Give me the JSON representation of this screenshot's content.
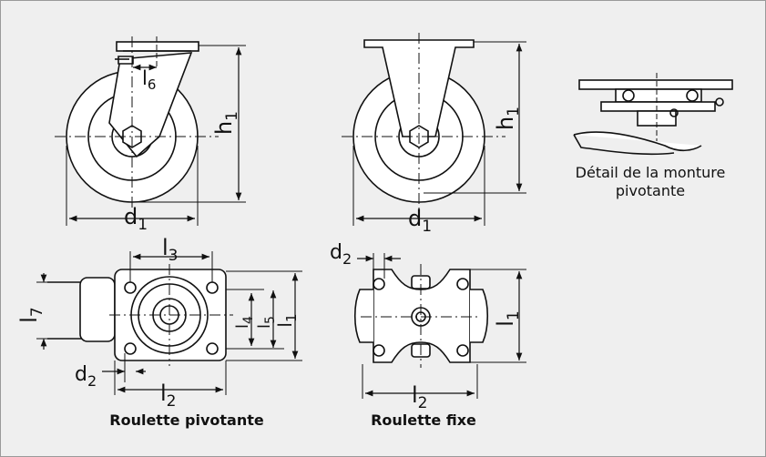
{
  "captions": {
    "detail_line1": "Détail de la monture",
    "detail_line2": "pivotante",
    "swivel_caster": "Roulette pivotante",
    "fixed_caster": "Roulette fixe"
  },
  "labels": {
    "l6": {
      "base": "l",
      "sub": "6"
    },
    "h1_swivel": {
      "base": "h",
      "sub": "1"
    },
    "h1_fixed": {
      "base": "h",
      "sub": "1"
    },
    "d1_swivel": {
      "base": "d",
      "sub": "1"
    },
    "d1_fixed": {
      "base": "d",
      "sub": "1"
    },
    "l3": {
      "base": "l",
      "sub": "3"
    },
    "l7": {
      "base": "l",
      "sub": "7"
    },
    "l4": {
      "base": "l",
      "sub": "4"
    },
    "l5": {
      "base": "l",
      "sub": "5"
    },
    "l1_swivel": {
      "base": "l",
      "sub": "1"
    },
    "d2_swivel": {
      "base": "d",
      "sub": "2"
    },
    "l2_swivel": {
      "base": "l",
      "sub": "2"
    },
    "d2_fixed": {
      "base": "d",
      "sub": "2"
    },
    "l1_fixed": {
      "base": "l",
      "sub": "1"
    },
    "l2_fixed": {
      "base": "l",
      "sub": "2"
    }
  },
  "colors": {
    "background": "#efefef",
    "line": "#111111",
    "border": "#9a9a9a"
  }
}
